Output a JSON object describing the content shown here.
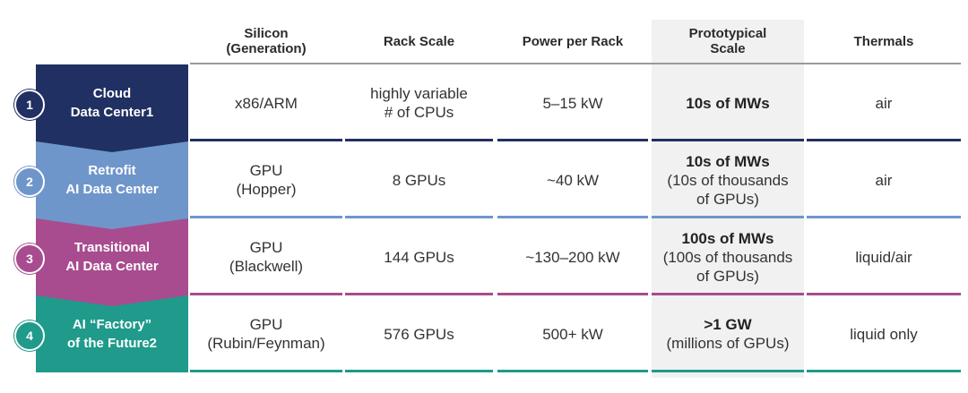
{
  "headers": [
    {
      "key": "silicon",
      "label": "Silicon\n(Generation)"
    },
    {
      "key": "rack_scale",
      "label": "Rack Scale"
    },
    {
      "key": "power",
      "label": "Power per Rack"
    },
    {
      "key": "scale",
      "label": "Prototypical\nScale"
    },
    {
      "key": "thermals",
      "label": "Thermals"
    }
  ],
  "rows": [
    {
      "number": "1",
      "name": "Cloud\nData Center1",
      "color": "#213062",
      "line_color": "#213062",
      "silicon": "x86/ARM",
      "rack_scale": "highly variable\n# of CPUs",
      "power": "5–15 kW",
      "scale_main": "10s of MWs",
      "scale_sub": "",
      "thermals": "air"
    },
    {
      "number": "2",
      "name": "Retrofit\nAI Data Center",
      "color": "#6f96cb",
      "line_color": "#6f96cb",
      "silicon": "GPU\n(Hopper)",
      "rack_scale": "8 GPUs",
      "power": "~40 kW",
      "scale_main": "10s of MWs",
      "scale_sub": "(10s of thousands\nof GPUs)",
      "thermals": "air"
    },
    {
      "number": "3",
      "name": "Transitional\nAI Data Center",
      "color": "#a84c8f",
      "line_color": "#a84c8f",
      "silicon": "GPU\n(Blackwell)",
      "rack_scale": "144 GPUs",
      "power": "~130–200 kW",
      "scale_main": "100s of MWs",
      "scale_sub": "(100s of thousands\nof GPUs)",
      "thermals": "liquid/air"
    },
    {
      "number": "4",
      "name": "AI “Factory”\nof the Future2",
      "color": "#1f9a8b",
      "line_color": "#1f9a8b",
      "silicon": "GPU\n(Rubin/Feynman)",
      "rack_scale": "576 GPUs",
      "power": "500+ kW",
      "scale_main": ">1 GW",
      "scale_sub": "(millions of GPUs)",
      "thermals": "liquid only"
    }
  ]
}
